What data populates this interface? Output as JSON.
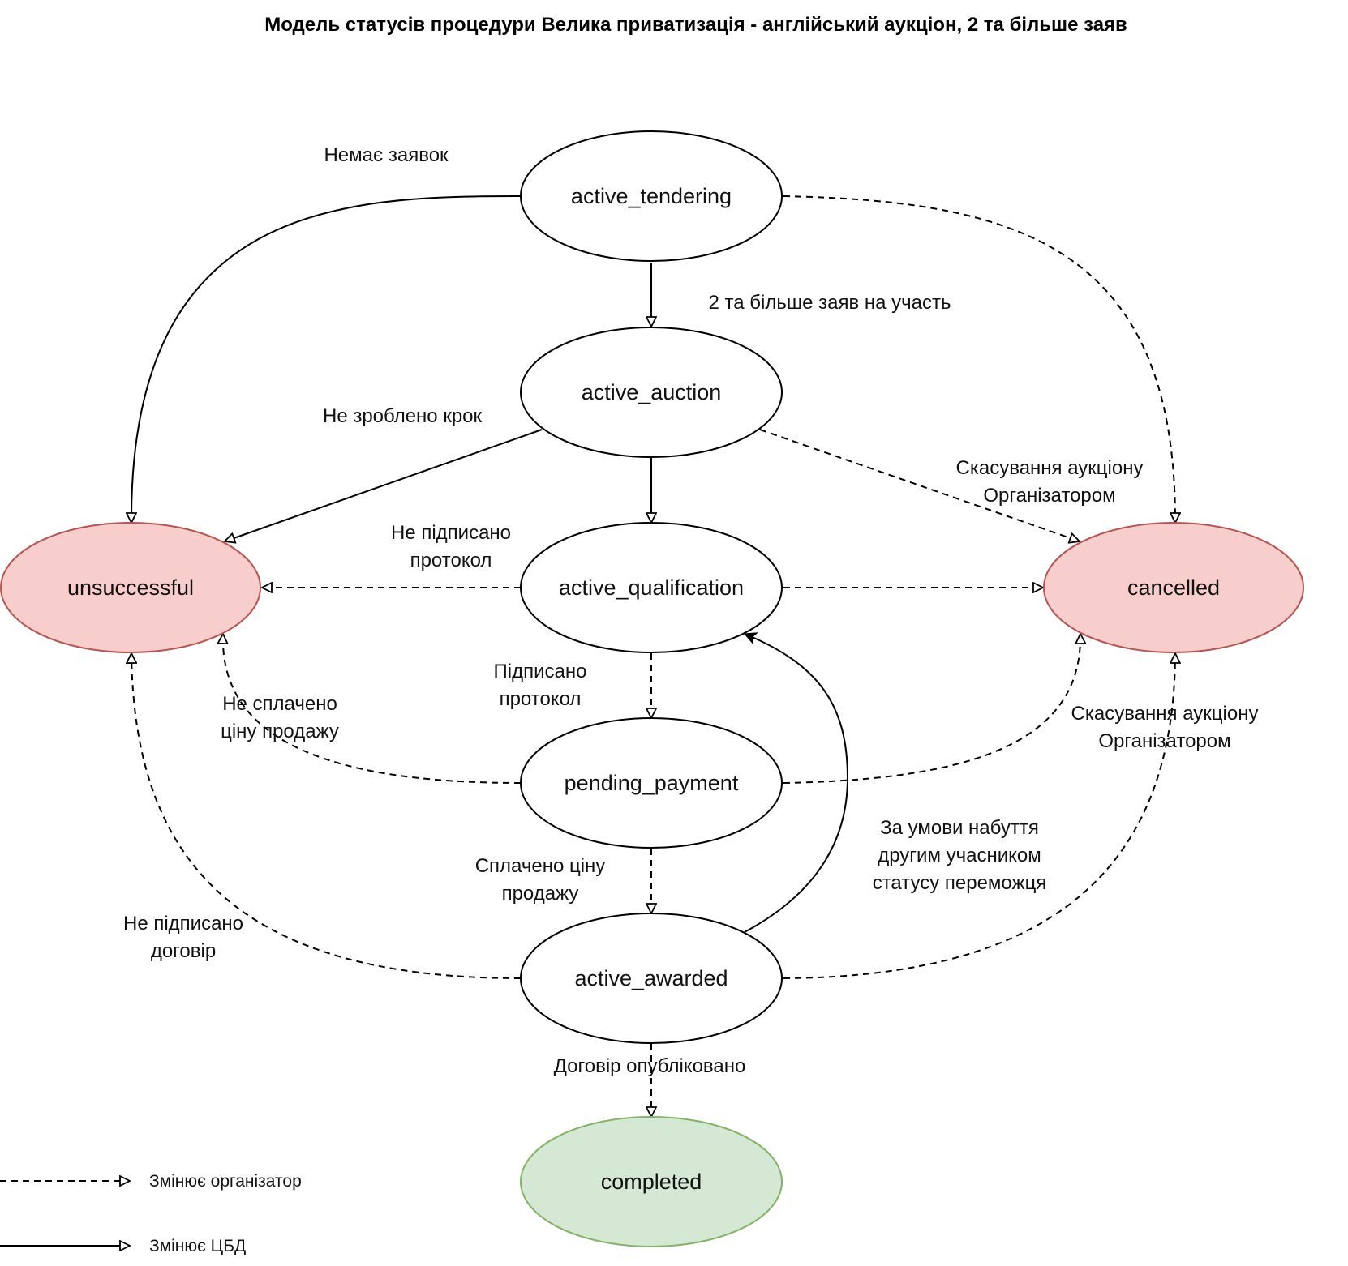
{
  "title": "Модель статусів процедури Велика приватизація - англійський аукціон, 2 та більше заяв",
  "colors": {
    "neutral_fill": "#ffffff",
    "neutral_stroke": "#000000",
    "negative_fill": "#f8cecc",
    "negative_stroke": "#b85450",
    "positive_fill": "#d5e8d4",
    "positive_stroke": "#82b366"
  },
  "nodes": {
    "active_tendering": {
      "label": "active_tendering",
      "kind": "neutral"
    },
    "active_auction": {
      "label": "active_auction",
      "kind": "neutral"
    },
    "active_qualification": {
      "label": "active_qualification",
      "kind": "neutral"
    },
    "pending_payment": {
      "label": "pending_payment",
      "kind": "neutral"
    },
    "active_awarded": {
      "label": "active_awarded",
      "kind": "neutral"
    },
    "unsuccessful": {
      "label": "unsuccessful",
      "kind": "negative"
    },
    "cancelled": {
      "label": "cancelled",
      "kind": "negative"
    },
    "completed": {
      "label": "completed",
      "kind": "positive"
    }
  },
  "edges": [
    {
      "from": "active_tendering",
      "to": "unsuccessful",
      "style": "solid",
      "changed_by": "ЦБД"
    },
    {
      "from": "active_tendering",
      "to": "active_auction",
      "style": "solid",
      "changed_by": "ЦБД"
    },
    {
      "from": "active_tendering",
      "to": "cancelled",
      "style": "dashed",
      "changed_by": "організатор"
    },
    {
      "from": "active_auction",
      "to": "unsuccessful",
      "style": "solid",
      "changed_by": "ЦБД"
    },
    {
      "from": "active_auction",
      "to": "active_qualification",
      "style": "solid",
      "changed_by": "ЦБД"
    },
    {
      "from": "active_auction",
      "to": "cancelled",
      "style": "dashed",
      "changed_by": "організатор"
    },
    {
      "from": "active_qualification",
      "to": "unsuccessful",
      "style": "dashed",
      "changed_by": "організатор"
    },
    {
      "from": "active_qualification",
      "to": "cancelled",
      "style": "dashed",
      "changed_by": "організатор"
    },
    {
      "from": "active_qualification",
      "to": "pending_payment",
      "style": "dashed",
      "changed_by": "організатор"
    },
    {
      "from": "pending_payment",
      "to": "unsuccessful",
      "style": "dashed",
      "changed_by": "організатор"
    },
    {
      "from": "pending_payment",
      "to": "cancelled",
      "style": "dashed",
      "changed_by": "організатор"
    },
    {
      "from": "pending_payment",
      "to": "active_awarded",
      "style": "dashed",
      "changed_by": "організатор"
    },
    {
      "from": "active_awarded",
      "to": "unsuccessful",
      "style": "dashed",
      "changed_by": "організатор"
    },
    {
      "from": "active_awarded",
      "to": "cancelled",
      "style": "dashed",
      "changed_by": "організатор"
    },
    {
      "from": "active_awarded",
      "to": "active_qualification",
      "style": "solid",
      "changed_by": "ЦБД"
    },
    {
      "from": "active_awarded",
      "to": "completed",
      "style": "dashed",
      "changed_by": "організатор"
    }
  ],
  "edge_labels": {
    "no_bids": "Немає заявок",
    "two_or_more": "2 та більше заяв на участь",
    "no_step": "Не зроблено крок",
    "cancel_top_1": "Скасування аукціону",
    "cancel_top_2": "Організатором",
    "protocol_not_signed_1": "Не підписано",
    "protocol_not_signed_2": "протокол",
    "protocol_signed_1": "Підписано",
    "protocol_signed_2": "протокол",
    "not_paid_1": "Не сплачено",
    "not_paid_2": "ціну продажу",
    "cancel_bottom_1": "Скасування аукціону",
    "cancel_bottom_2": "Організатором",
    "paid_1": "Сплачено ціну",
    "paid_2": "продажу",
    "second_winner_1": "За умови набуття",
    "second_winner_2": "другим учасником",
    "second_winner_3": "статусу переможця",
    "contract_not_signed_1": "Не підписано",
    "contract_not_signed_2": "договір",
    "contract_published": "Договір опубліковано"
  },
  "legend": {
    "organizer": "Змінює організатор",
    "cbd": "Змінює ЦБД"
  }
}
